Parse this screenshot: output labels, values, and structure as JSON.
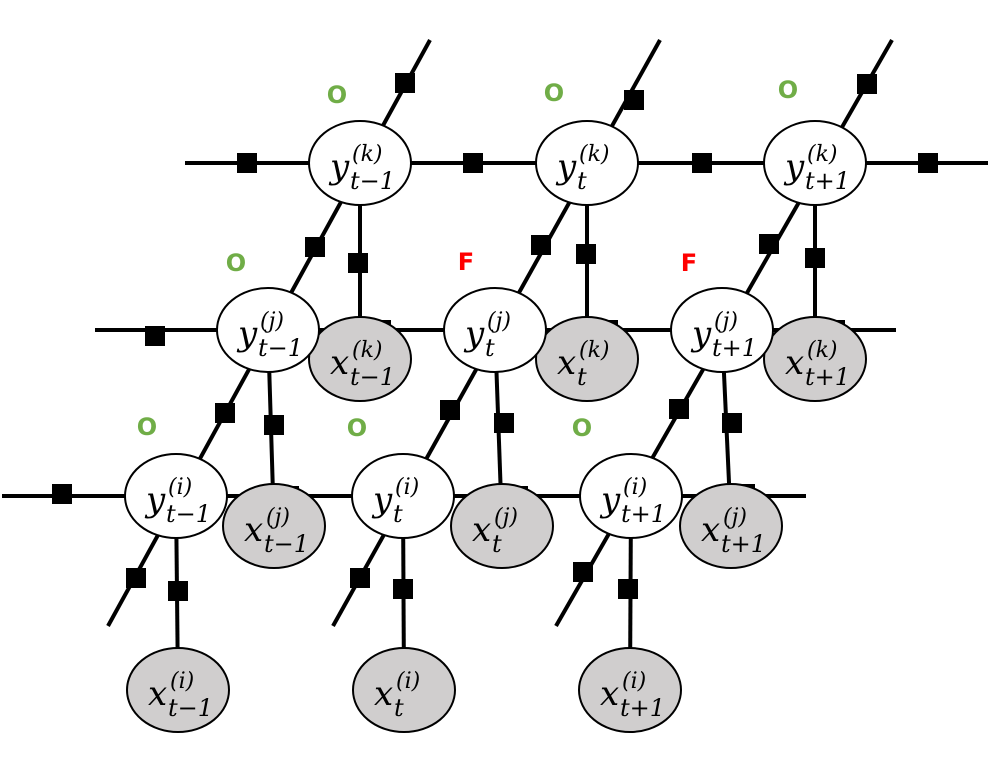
{
  "flag_colors": {
    "O": "#70ad47",
    "F": "#ff0000"
  },
  "layers": [
    {
      "id": "k",
      "superscript": "(k)",
      "nodes": [
        {
          "y_sub": "t−1",
          "x_sub": "t−1",
          "flag": "O"
        },
        {
          "y_sub": "t",
          "x_sub": "t",
          "flag": "O"
        },
        {
          "y_sub": "t+1",
          "x_sub": "t+1",
          "flag": "O"
        }
      ]
    },
    {
      "id": "j",
      "superscript": "(j)",
      "nodes": [
        {
          "y_sub": "t−1",
          "x_sub": "t−1",
          "flag": "O"
        },
        {
          "y_sub": "t",
          "x_sub": "t",
          "flag": "F"
        },
        {
          "y_sub": "t+1",
          "x_sub": "t+1",
          "flag": "F"
        }
      ]
    },
    {
      "id": "i",
      "superscript": "(i)",
      "nodes": [
        {
          "y_sub": "t−1",
          "x_sub": "t−1",
          "flag": "O"
        },
        {
          "y_sub": "t",
          "x_sub": "t",
          "flag": "O"
        },
        {
          "y_sub": "t+1",
          "x_sub": "t+1",
          "flag": "O"
        }
      ]
    }
  ],
  "labels": {
    "y_var": "y",
    "x_var": "x"
  }
}
